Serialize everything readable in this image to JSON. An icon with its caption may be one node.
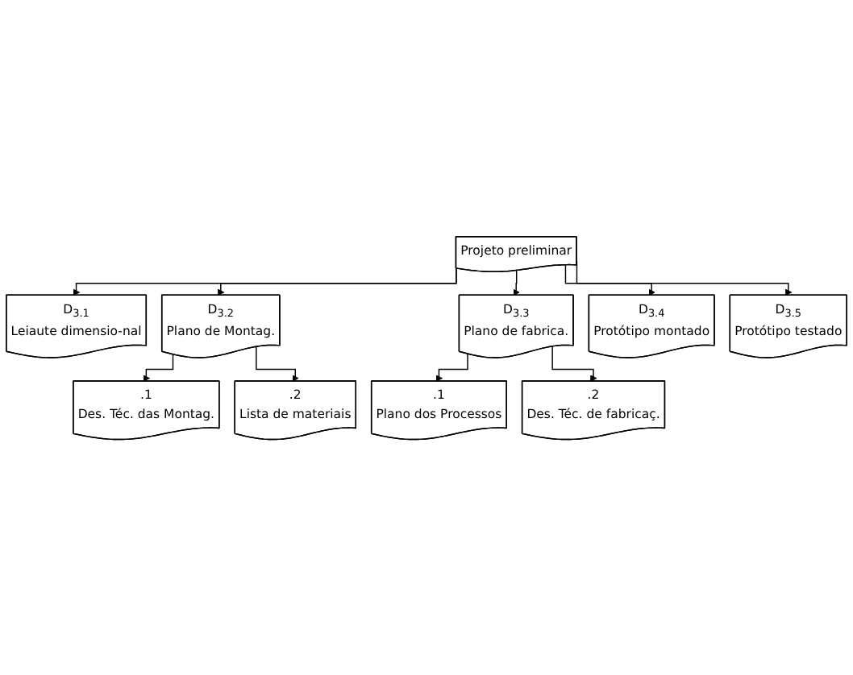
{
  "diagram": {
    "nodes": [
      {
        "text": [
          "Projeto preliminar"
        ]
      },
      {
        "text": [
          "D$_{3.1}$",
          "Leiaute dimensio-nal"
        ]
      },
      {
        "text": [
          "D$_{3.2}$",
          "Plano de Montag."
        ]
      },
      {
        "text": [
          "D$_{3.3}$",
          "Plano de fabrica."
        ]
      },
      {
        "text": [
          "D$_{3.4}$",
          "Protótipo montado"
        ]
      },
      {
        "text": [
          "D$_{3.5}$",
          "Protótipo testado"
        ]
      },
      {
        "text": [
          ".1",
          "Des. Téc. das Montag."
        ]
      },
      {
        "text": [
          ".2",
          "Lista de materiais"
        ]
      },
      {
        "text": [
          ".1",
          "Plano dos Processos"
        ]
      },
      {
        "text": [
          ".2",
          "Des. Téc. de fabricaç."
        ]
      }
    ],
    "edges": [
      {
        "from": 0,
        "to": 1,
        "arrow": "to"
      },
      {
        "from": 0,
        "to": 2,
        "arrow": "to"
      },
      {
        "from": 0,
        "to": 3,
        "arrow": "to"
      },
      {
        "from": 0,
        "to": 4,
        "arrow": "to"
      },
      {
        "from": 0,
        "to": 5,
        "arrow": "to"
      },
      {
        "from": 2,
        "to": 6,
        "arrow": "to"
      },
      {
        "from": 2,
        "to": 7,
        "arrow": "to"
      },
      {
        "from": 3,
        "to": 8,
        "arrow": "to"
      },
      {
        "from": 3,
        "to": 9,
        "arrow": "to"
      }
    ]
  }
}
